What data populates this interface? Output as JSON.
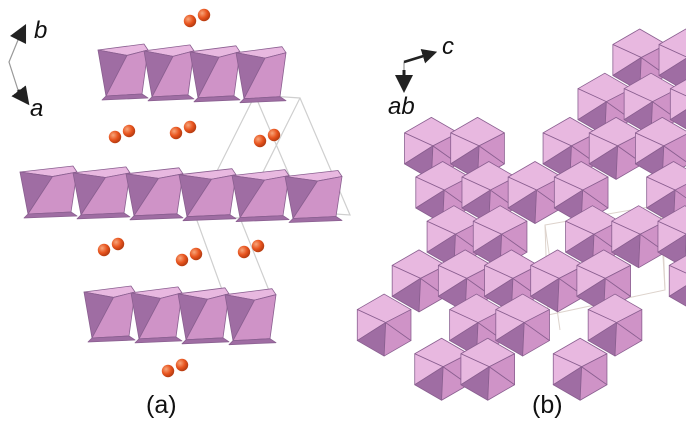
{
  "panel_a": {
    "caption": "(a)",
    "axis_labels": {
      "up": "b",
      "down": "a"
    }
  },
  "panel_b": {
    "caption": "(b)",
    "axis_labels": {
      "right": "c",
      "down": "ab"
    }
  },
  "colors": {
    "octa_light": "#e8b8e0",
    "octa_mid": "#cf93c7",
    "octa_dark": "#9f6da3",
    "octa_edge": "#8a5f90",
    "ion": "#e8541e",
    "ion_highlight": "#f59a6a",
    "cell_line": "#c8c8c8",
    "axis": "#222222"
  }
}
